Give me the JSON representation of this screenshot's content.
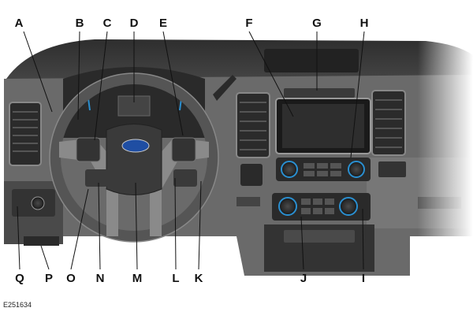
{
  "figure_id": "E251634",
  "callouts": {
    "top": [
      "A",
      "B",
      "C",
      "D",
      "E",
      "F",
      "G",
      "H"
    ],
    "bottom": [
      "Q",
      "P",
      "O",
      "N",
      "M",
      "L",
      "K",
      "J",
      "I"
    ]
  },
  "colors": {
    "dash_dark": "#3a3a3a",
    "dash_mid": "#5a5a5a",
    "dash_light": "#8a8a8a",
    "accent_blue": "#2a8fd0",
    "ford_oval": "#1f4ea3"
  }
}
